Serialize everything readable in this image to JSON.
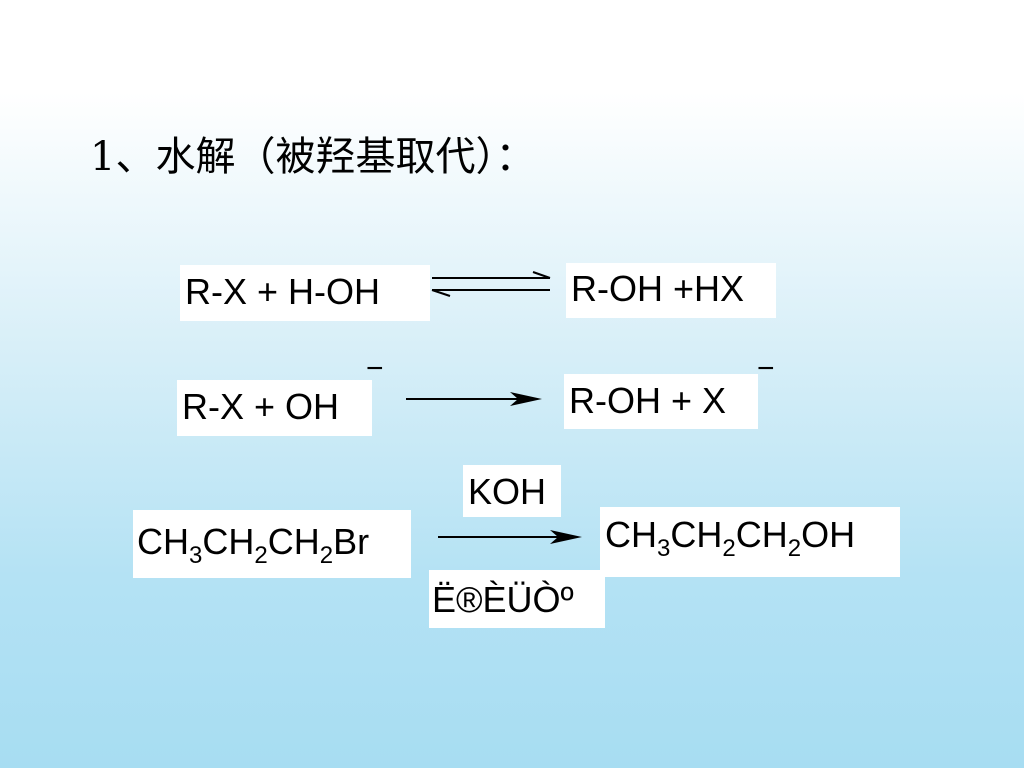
{
  "title": "1、水解（被羟基取代）：",
  "reaction1": {
    "left": "R-X + H-OH",
    "right": "R-OH +HX"
  },
  "reaction2": {
    "left": "R-X + OH",
    "left_charge": "−",
    "right": "R-OH + X",
    "right_charge": "−"
  },
  "reaction3": {
    "reactant": {
      "p1": "CH",
      "s1": "3",
      "p2": "CH",
      "s2": "2",
      "p3": "CH",
      "s3": "2",
      "p4": "Br"
    },
    "product": {
      "p1": "CH",
      "s1": "3",
      "p2": "CH",
      "s2": "2",
      "p3": "CH",
      "s3": "2",
      "p4": "OH"
    },
    "reagent_above": "KOH",
    "reagent_below": "Ë®ÈÜÒº"
  }
}
